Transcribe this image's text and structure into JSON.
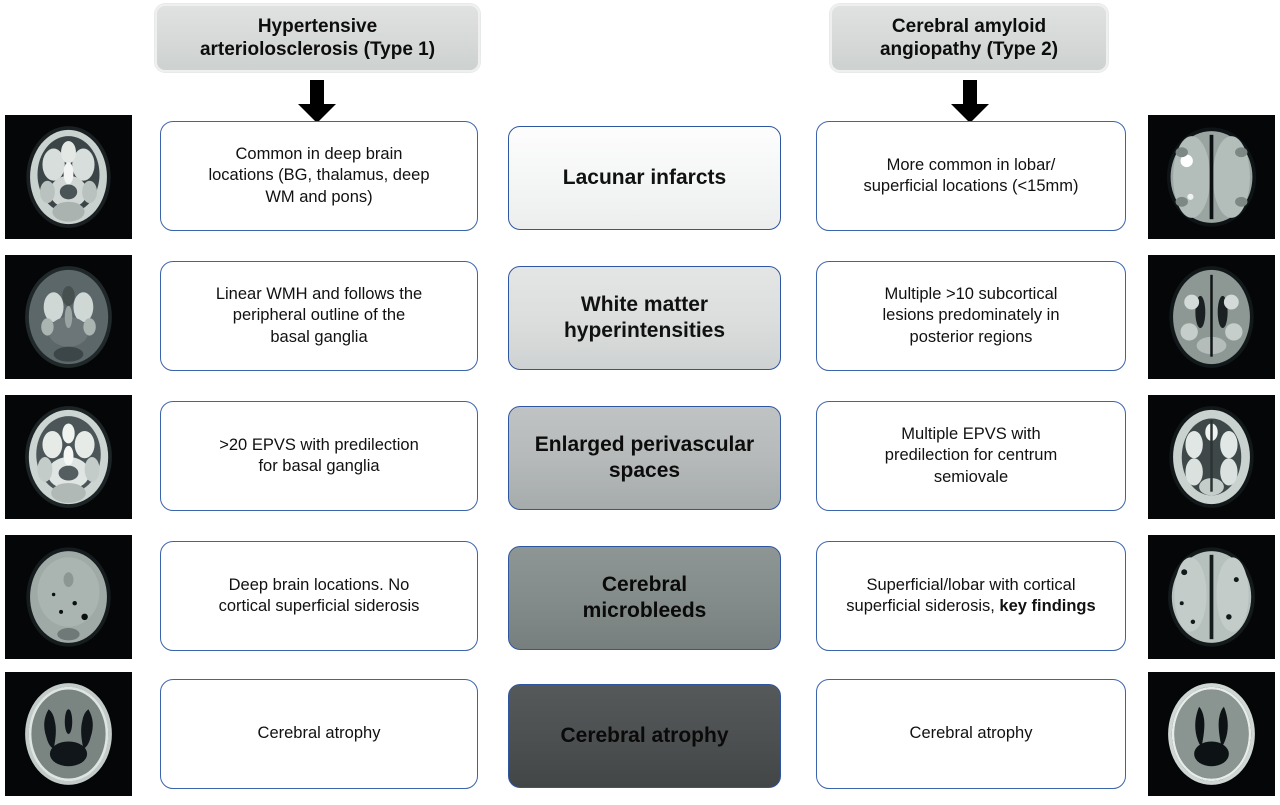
{
  "figure": {
    "type": "comparison-flow-diagram",
    "columns": 3,
    "rows": 5
  },
  "headers": {
    "left": {
      "label": "Hypertensive arteriolosclerosis (Type 1)",
      "line1": "Hypertensive",
      "line2": "arteriolosclerosis (Type 1)",
      "arrow": "down-arrow"
    },
    "right": {
      "label": "Cerebral amyloid angiopathy (Type 2)",
      "line1": "Cerebral amyloid",
      "line2": "angiopathy (Type 2)",
      "arrow": "down-arrow"
    }
  },
  "rows": [
    {
      "feature": "Lacunar infarcts",
      "left": "Common in deep brain locations (BG, thalamus, deep WM and pons)",
      "left_lines": [
        "Common in deep brain",
        "locations (BG, thalamus, deep",
        "WM and pons)"
      ],
      "right": "More common in lobar/ superficial locations (<15mm)",
      "right_lines": [
        "More common in lobar/",
        "superficial locations (<15mm)"
      ],
      "right_bold": "",
      "center_shade": "#f4f5f5",
      "left_image": "axial-brain-mri-t2-deep-white-matter",
      "right_image": "axial-brain-mri-dwi-lobar-lesion"
    },
    {
      "feature": "White matter hyperintensities",
      "feature_lines": [
        "White matter",
        "hyperintensities"
      ],
      "left": "Linear WMH and follows the peripheral outline of the basal ganglia",
      "left_lines": [
        "Linear WMH and follows the",
        "peripheral outline of the",
        "basal ganglia"
      ],
      "right": "Multiple >10 subcortical lesions predominately in posterior regions",
      "right_lines": [
        "Multiple >10 subcortical",
        "lesions predominately in",
        "posterior regions"
      ],
      "right_bold": "",
      "center_shade": "#dcdede",
      "left_image": "axial-brain-mri-flair-basal-ganglia",
      "right_image": "axial-brain-mri-flair-subcortical-lesions"
    },
    {
      "feature": "Enlarged perivascular spaces",
      "feature_lines": [
        "Enlarged perivascular",
        "spaces"
      ],
      "left": ">20 EPVS with predilection for basal ganglia",
      "left_lines": [
        ">20 EPVS with predilection",
        "for basal ganglia"
      ],
      "right": "Multiple EPVS with predilection for centrum semiovale",
      "right_lines": [
        "Multiple EPVS with",
        "predilection for centrum",
        "semiovale"
      ],
      "right_bold": "",
      "center_shade": "#b5b9b9",
      "left_image": "axial-brain-mri-t2-perivascular-spaces",
      "right_image": "axial-brain-mri-t2-centrum-semiovale"
    },
    {
      "feature": "Cerebral microbleeds",
      "feature_lines": [
        "Cerebral",
        "microbleeds"
      ],
      "left": "Deep brain locations. No cortical superficial siderosis",
      "left_lines": [
        "Deep brain locations. No",
        "cortical superficial siderosis"
      ],
      "right": "Superficial/lobar with cortical superficial siderosis, key findings",
      "right_lines": [
        "Superficial/lobar with cortical",
        "superficial siderosis, ",
        "findings"
      ],
      "right_bold": "key findings",
      "center_shade": "#838c8a",
      "left_image": "axial-brain-mri-swi-deep-microbleeds",
      "right_image": "axial-brain-mri-swi-lobar-microbleeds"
    },
    {
      "feature": "Cerebral atrophy",
      "feature_lines": [
        "Cerebral atrophy"
      ],
      "left": "Cerebral atrophy",
      "left_lines": [
        "Cerebral atrophy"
      ],
      "right": "Cerebral atrophy",
      "right_lines": [
        "Cerebral atrophy"
      ],
      "right_bold": "",
      "center_shade": "#4c5051",
      "left_image": "axial-brain-mri-t1-atrophy-ventricles",
      "right_image": "axial-brain-mri-t1-atrophy-ventricles"
    }
  ],
  "colors": {
    "box_border": "#3a64ab",
    "center_border": "#2f56a0",
    "header_fill": "#d6d9d8",
    "arrow": "#000000",
    "text": "#111111",
    "image_background": "#050607"
  }
}
